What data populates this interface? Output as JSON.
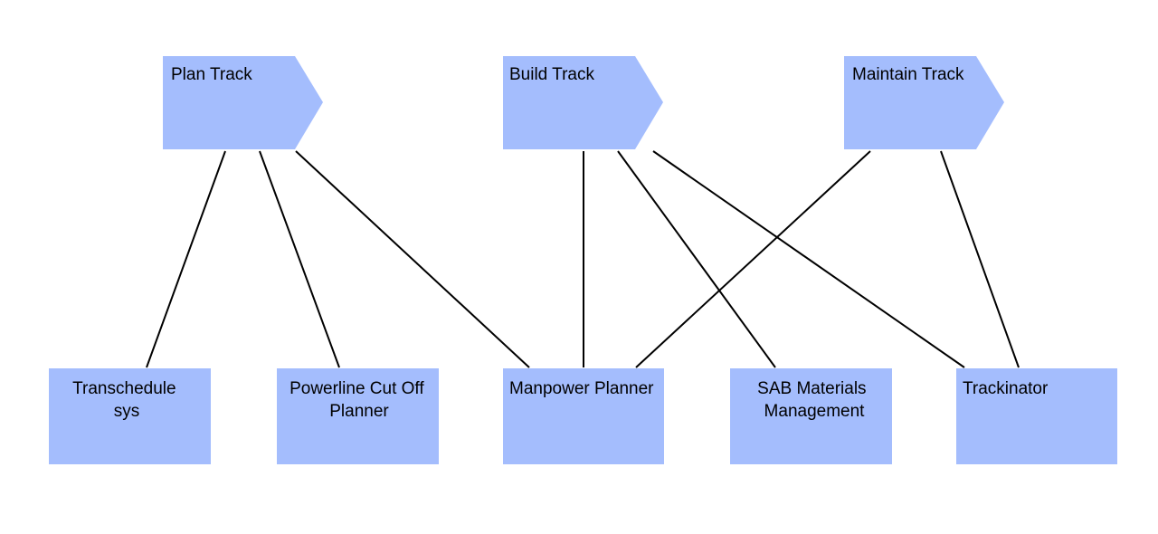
{
  "colors": {
    "node_fill": "#a4bdfd",
    "connector": "#000000",
    "background": "#ffffff"
  },
  "tracks": [
    {
      "id": "plan",
      "label": "Plan Track"
    },
    {
      "id": "build",
      "label": "Build Track"
    },
    {
      "id": "maintain",
      "label": "Maintain Track"
    }
  ],
  "systems": [
    {
      "id": "transchedule",
      "label_lines": [
        "Transchedule",
        "sys"
      ]
    },
    {
      "id": "powerline",
      "label_lines": [
        "Powerline Cut Off",
        "Planner"
      ]
    },
    {
      "id": "manpower",
      "label_lines": [
        "Manpower Planner"
      ]
    },
    {
      "id": "sab",
      "label_lines": [
        "SAB Materials",
        "Management"
      ]
    },
    {
      "id": "trackinator",
      "label_lines": [
        "Trackinator"
      ]
    }
  ],
  "connections": [
    {
      "from": "plan",
      "to": "transchedule"
    },
    {
      "from": "plan",
      "to": "powerline"
    },
    {
      "from": "plan",
      "to": "manpower"
    },
    {
      "from": "build",
      "to": "manpower"
    },
    {
      "from": "build",
      "to": "sab"
    },
    {
      "from": "build",
      "to": "trackinator"
    },
    {
      "from": "maintain",
      "to": "manpower"
    },
    {
      "from": "maintain",
      "to": "trackinator"
    }
  ]
}
